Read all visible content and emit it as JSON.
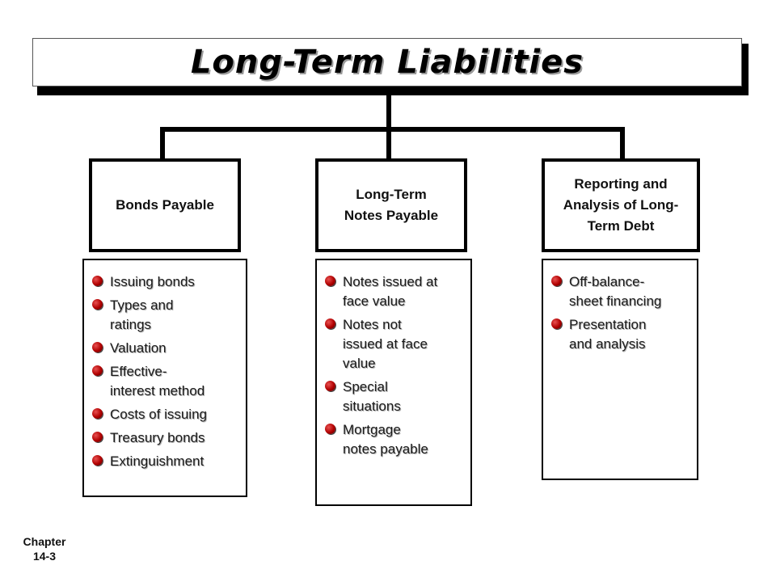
{
  "title": "Long-Term Liabilities",
  "columns": [
    {
      "heading": "Bonds Payable",
      "items": [
        "Issuing bonds",
        "Types and\nratings",
        "Valuation",
        "Effective-\ninterest method",
        "Costs of issuing",
        "Treasury bonds",
        "Extinguishment"
      ]
    },
    {
      "heading": "Long-Term\nNotes Payable",
      "items": [
        "Notes issued at\nface value",
        "Notes not\nissued at face\nvalue",
        "Special\nsituations",
        "Mortgage\nnotes payable"
      ]
    },
    {
      "heading": "Reporting and\nAnalysis of Long-\nTerm Debt",
      "items": [
        "Off-balance-\nsheet financing",
        "Presentation\nand analysis"
      ]
    }
  ],
  "footer": "Chapter\n14-3",
  "colors": {
    "bullet": "#b00000",
    "border": "#000000"
  }
}
